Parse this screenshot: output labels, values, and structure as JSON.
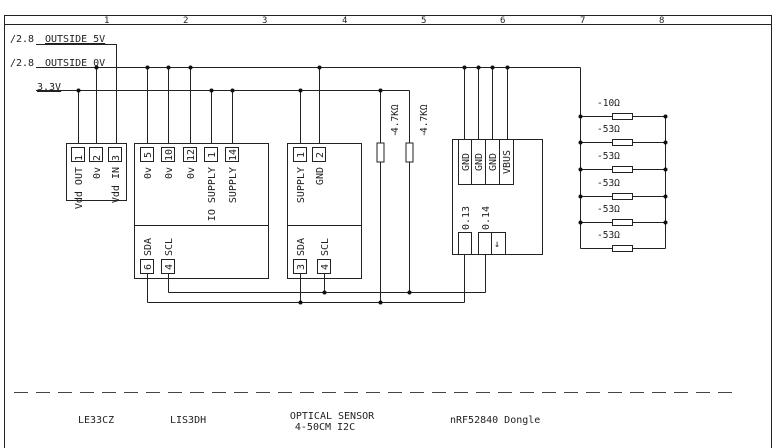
{
  "columns": [
    "1",
    "2",
    "3",
    "4",
    "5",
    "6",
    "7",
    "8"
  ],
  "rails": {
    "v5": {
      "ref": "/2.8",
      "name": "OUTSIDE 5V"
    },
    "v0": {
      "ref": "/2.8",
      "name": "OUTSIDE 0V"
    },
    "v33": {
      "name": "3.3V"
    }
  },
  "le33cz": {
    "caption": "LE33CZ",
    "pins": [
      {
        "num": "1",
        "label": "Vdd OUT"
      },
      {
        "num": "2",
        "label": "0v"
      },
      {
        "num": "3",
        "label": "Vdd IN"
      }
    ]
  },
  "lis3dh": {
    "caption": "LIS3DH",
    "pins": [
      {
        "num": "5",
        "label": "0v"
      },
      {
        "num": "10",
        "label": "0v"
      },
      {
        "num": "12",
        "label": "0v"
      },
      {
        "num": "1",
        "label": "IO SUPPLY"
      },
      {
        "num": "14",
        "label": "SUPPLY"
      }
    ],
    "bus": [
      {
        "num": "6",
        "label": "SDA"
      },
      {
        "num": "4",
        "label": "SCL"
      }
    ]
  },
  "optical": {
    "caption_line1": "OPTICAL SENSOR",
    "caption_line2": "4-50CM I2C",
    "pins": [
      {
        "num": "1",
        "label": "SUPPLY"
      },
      {
        "num": "2",
        "label": "GND"
      }
    ],
    "bus": [
      {
        "num": "3",
        "label": "SDA"
      },
      {
        "num": "4",
        "label": "SCL"
      }
    ]
  },
  "pullups": [
    {
      "value": "4.7KΩ"
    },
    {
      "value": "4.7KΩ"
    }
  ],
  "dongle": {
    "caption": "nRF52840 Dongle",
    "pins": [
      "GND",
      "GND",
      "GND",
      "VBUS"
    ],
    "io": [
      "0.13",
      "0.14"
    ],
    "arrow": "↓"
  },
  "resistors": [
    {
      "value": "10Ω"
    },
    {
      "value": "53Ω"
    },
    {
      "value": "53Ω"
    },
    {
      "value": "53Ω"
    },
    {
      "value": "53Ω"
    },
    {
      "value": "53Ω"
    }
  ]
}
